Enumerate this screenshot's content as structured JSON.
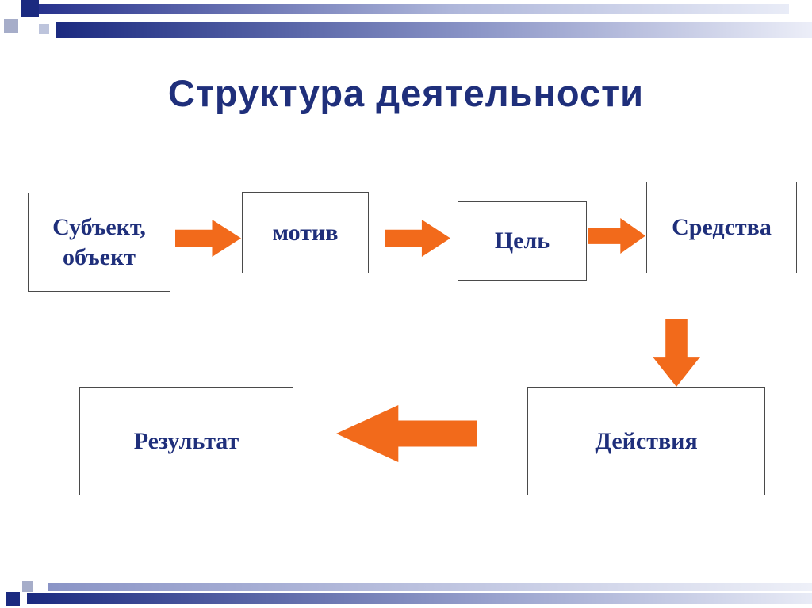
{
  "slide": {
    "title": "Структура деятельности",
    "colors": {
      "title_text": "#1F2F7B",
      "box_text": "#1F2F7B",
      "box_border": "#4A4A4A",
      "arrow": "#F26A1B",
      "decoration_navy": "#1B2A80",
      "decoration_gray": "#A6ADC9",
      "background": "#FFFFFF"
    }
  },
  "diagram": {
    "boxes": [
      {
        "id": "subject-object",
        "label": "Субъект,\nобъект"
      },
      {
        "id": "motive",
        "label": "мотив"
      },
      {
        "id": "goal",
        "label": "Цель"
      },
      {
        "id": "means",
        "label": "Средства"
      },
      {
        "id": "actions",
        "label": "Действия"
      },
      {
        "id": "result",
        "label": "Результат"
      }
    ],
    "arrows": [
      {
        "id": "subject-to-motive",
        "direction": "right"
      },
      {
        "id": "motive-to-goal",
        "direction": "right"
      },
      {
        "id": "goal-to-means",
        "direction": "right"
      },
      {
        "id": "means-to-actions",
        "direction": "down"
      },
      {
        "id": "actions-to-result",
        "direction": "left"
      }
    ]
  }
}
